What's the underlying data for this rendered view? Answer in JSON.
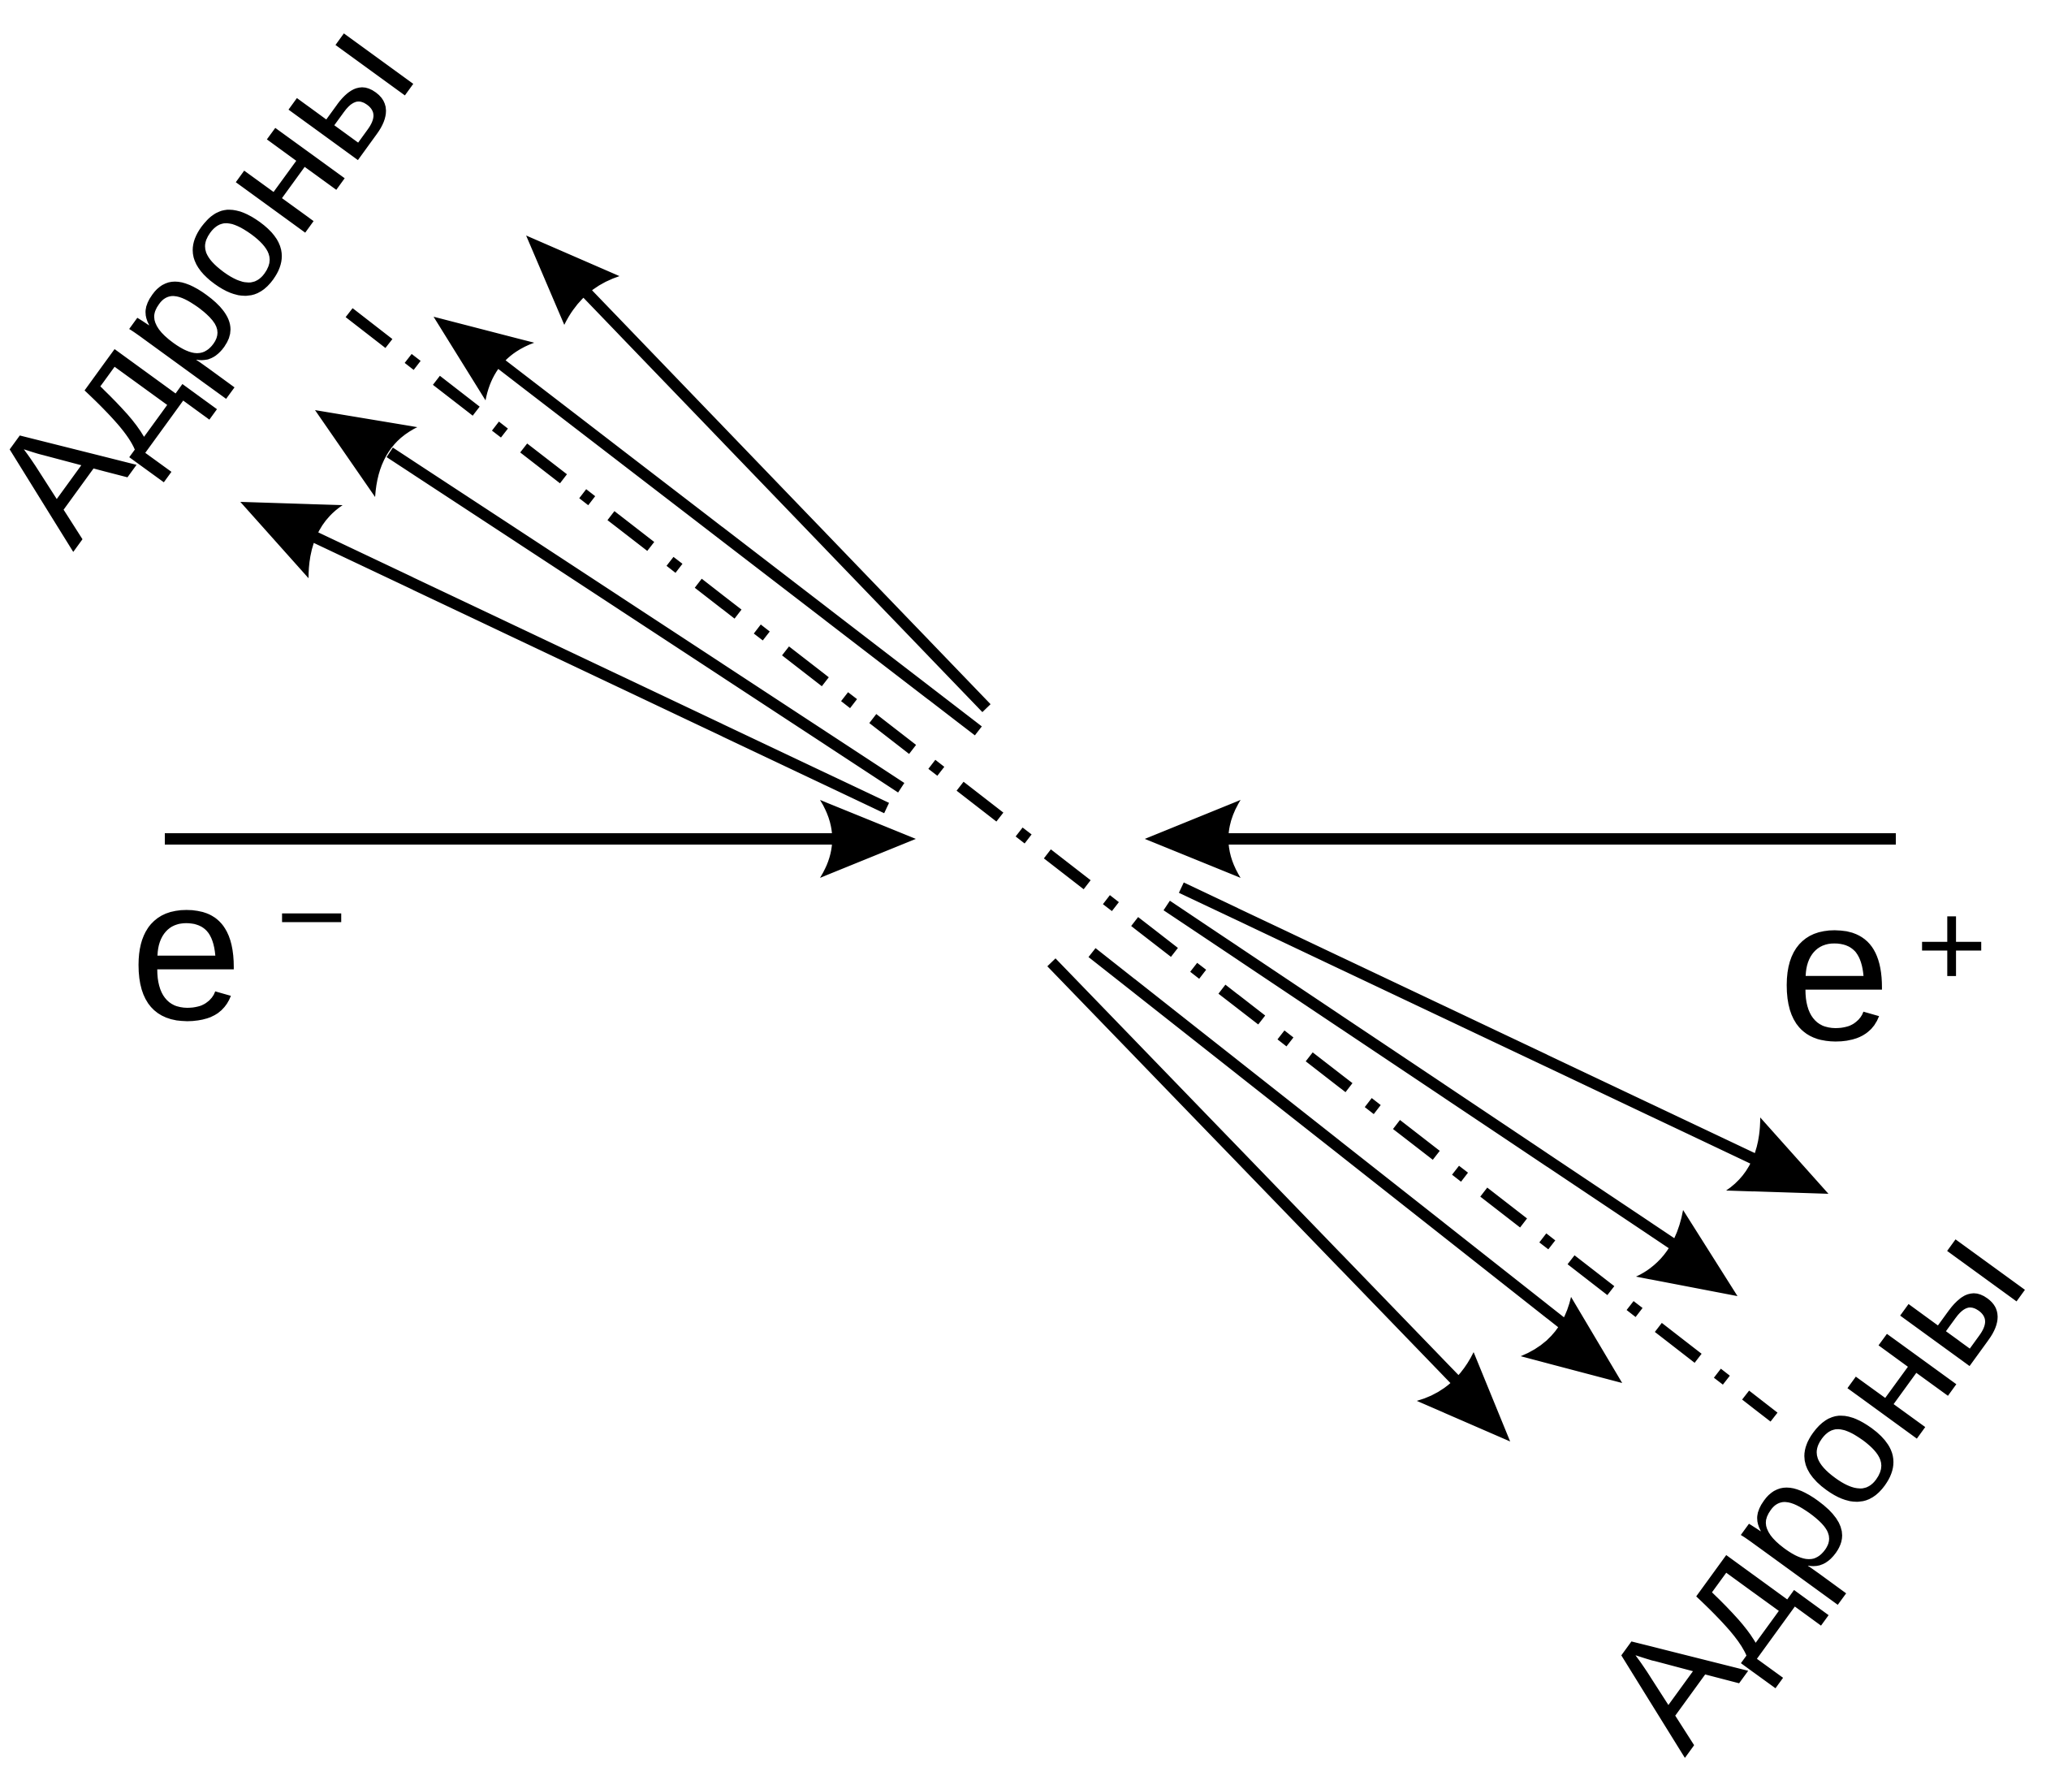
{
  "diagram": {
    "labels": {
      "hadrons_upper": "Адроны",
      "hadrons_lower": "Адроны",
      "electron": "e",
      "electron_charge": "−",
      "positron": "e",
      "positron_charge": "+"
    },
    "beams": [
      {
        "name": "electron-beam",
        "direction": "right"
      },
      {
        "name": "positron-beam",
        "direction": "left"
      }
    ],
    "jets": [
      {
        "name": "upper-jet",
        "track_count": 4
      },
      {
        "name": "lower-jet",
        "track_count": 4
      }
    ],
    "jet_axis": "dash-dot"
  }
}
